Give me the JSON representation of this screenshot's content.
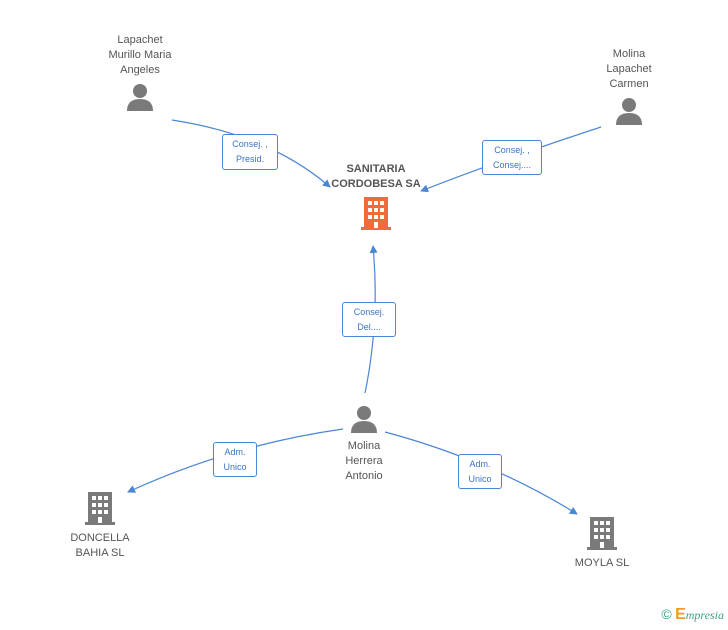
{
  "colors": {
    "edge": "#4a86d4",
    "person": "#7a7a7a",
    "company": "#7a7a7a",
    "focus_company": "#f06a3c"
  },
  "nodes": {
    "lapachet_murillo": {
      "label": "Lapachet\nMurillo Maria\nAngeles",
      "icon": "person-icon"
    },
    "molina_lapachet": {
      "label": "Molina\nLapachet\nCarmen",
      "icon": "person-icon"
    },
    "sanitaria": {
      "label": "SANITARIA\nCORDOBESA SA",
      "icon": "building-icon"
    },
    "molina_herrera": {
      "label": "Molina\nHerrera\nAntonio",
      "icon": "person-icon"
    },
    "doncella": {
      "label": "DONCELLA\nBAHIA SL",
      "icon": "building-icon"
    },
    "moyla": {
      "label": "MOYLA SL",
      "icon": "building-icon"
    }
  },
  "edges": {
    "e1": "Consej. ,\nPresid.",
    "e2": "Consej. ,\nConsej....",
    "e3": "Consej.\nDel....",
    "e4": "Adm.\nUnico",
    "e5": "Adm.\nUnico"
  },
  "footer": {
    "copyright": "©",
    "brand_initial": "E",
    "brand_rest": "mpresia"
  }
}
